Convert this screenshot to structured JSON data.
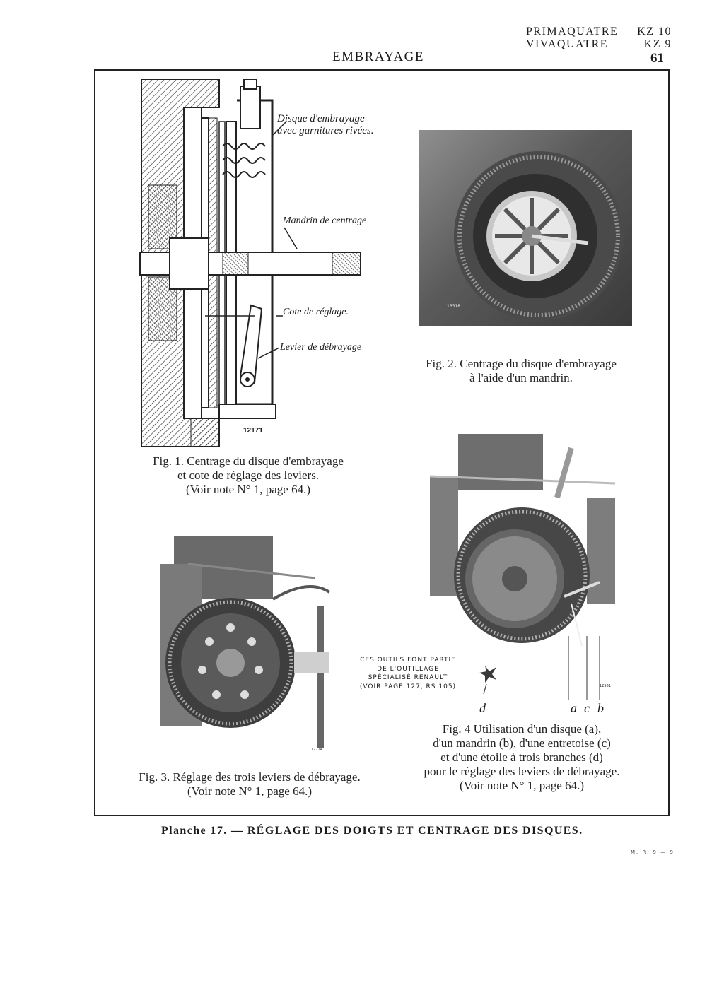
{
  "header": {
    "model_line1_name": "PRIMAQUATRE",
    "model_line1_code": "KZ 10",
    "model_line2_name": "VIVAQUATRE",
    "model_line2_code": "KZ  9",
    "section_title": "EMBRAYAGE",
    "page_number": "61"
  },
  "fig1": {
    "labels": {
      "disque_line1": "Disque d'embrayage",
      "disque_line2": "avec garnitures rivées.",
      "mandrin": "Mandrin de centrage",
      "cote": "Cote de réglage.",
      "levier": "Levier de débrayage",
      "number": "12171"
    },
    "caption_line1": "Fig. 1. Centrage du disque d'embrayage",
    "caption_line2": "et cote de réglage des leviers.",
    "caption_line3": "(Voir note N° 1, page 64.)"
  },
  "fig2": {
    "photo_number": "13318",
    "caption_line1": "Fig. 2. Centrage du disque d'embrayage",
    "caption_line2": "à l'aide d'un mandrin."
  },
  "fig3": {
    "photo_number": "12714",
    "caption_line1": "Fig. 3. Réglage des trois leviers de débrayage.",
    "caption_line2": "(Voir note N° 1, page 64.)"
  },
  "fig4": {
    "photo_number": "12581",
    "tools_note": [
      "CES OUTILS FONT PARTIE",
      "DE L'OUTILLAGE",
      "SPÉCIALISÉ RENAULT",
      "(VOIR PAGE 127, RS 105)"
    ],
    "label_d": "d",
    "label_a": "a",
    "label_c": "c",
    "label_b": "b",
    "caption_line1": "Fig. 4 Utilisation d'un disque (a),",
    "caption_line2": "d'un mandrin (b), d'une entretoise (c)",
    "caption_line3": "et d'une étoile à trois branches (d)",
    "caption_line4": "pour le réglage des leviers de débrayage.",
    "caption_line5": "(Voir note N° 1, page 64.)"
  },
  "footer": {
    "plate_title": "Planche 17. — RÉGLAGE DES DOIGTS ET CENTRAGE DES DISQUES.",
    "ref": "M. R. 9 — 9"
  }
}
